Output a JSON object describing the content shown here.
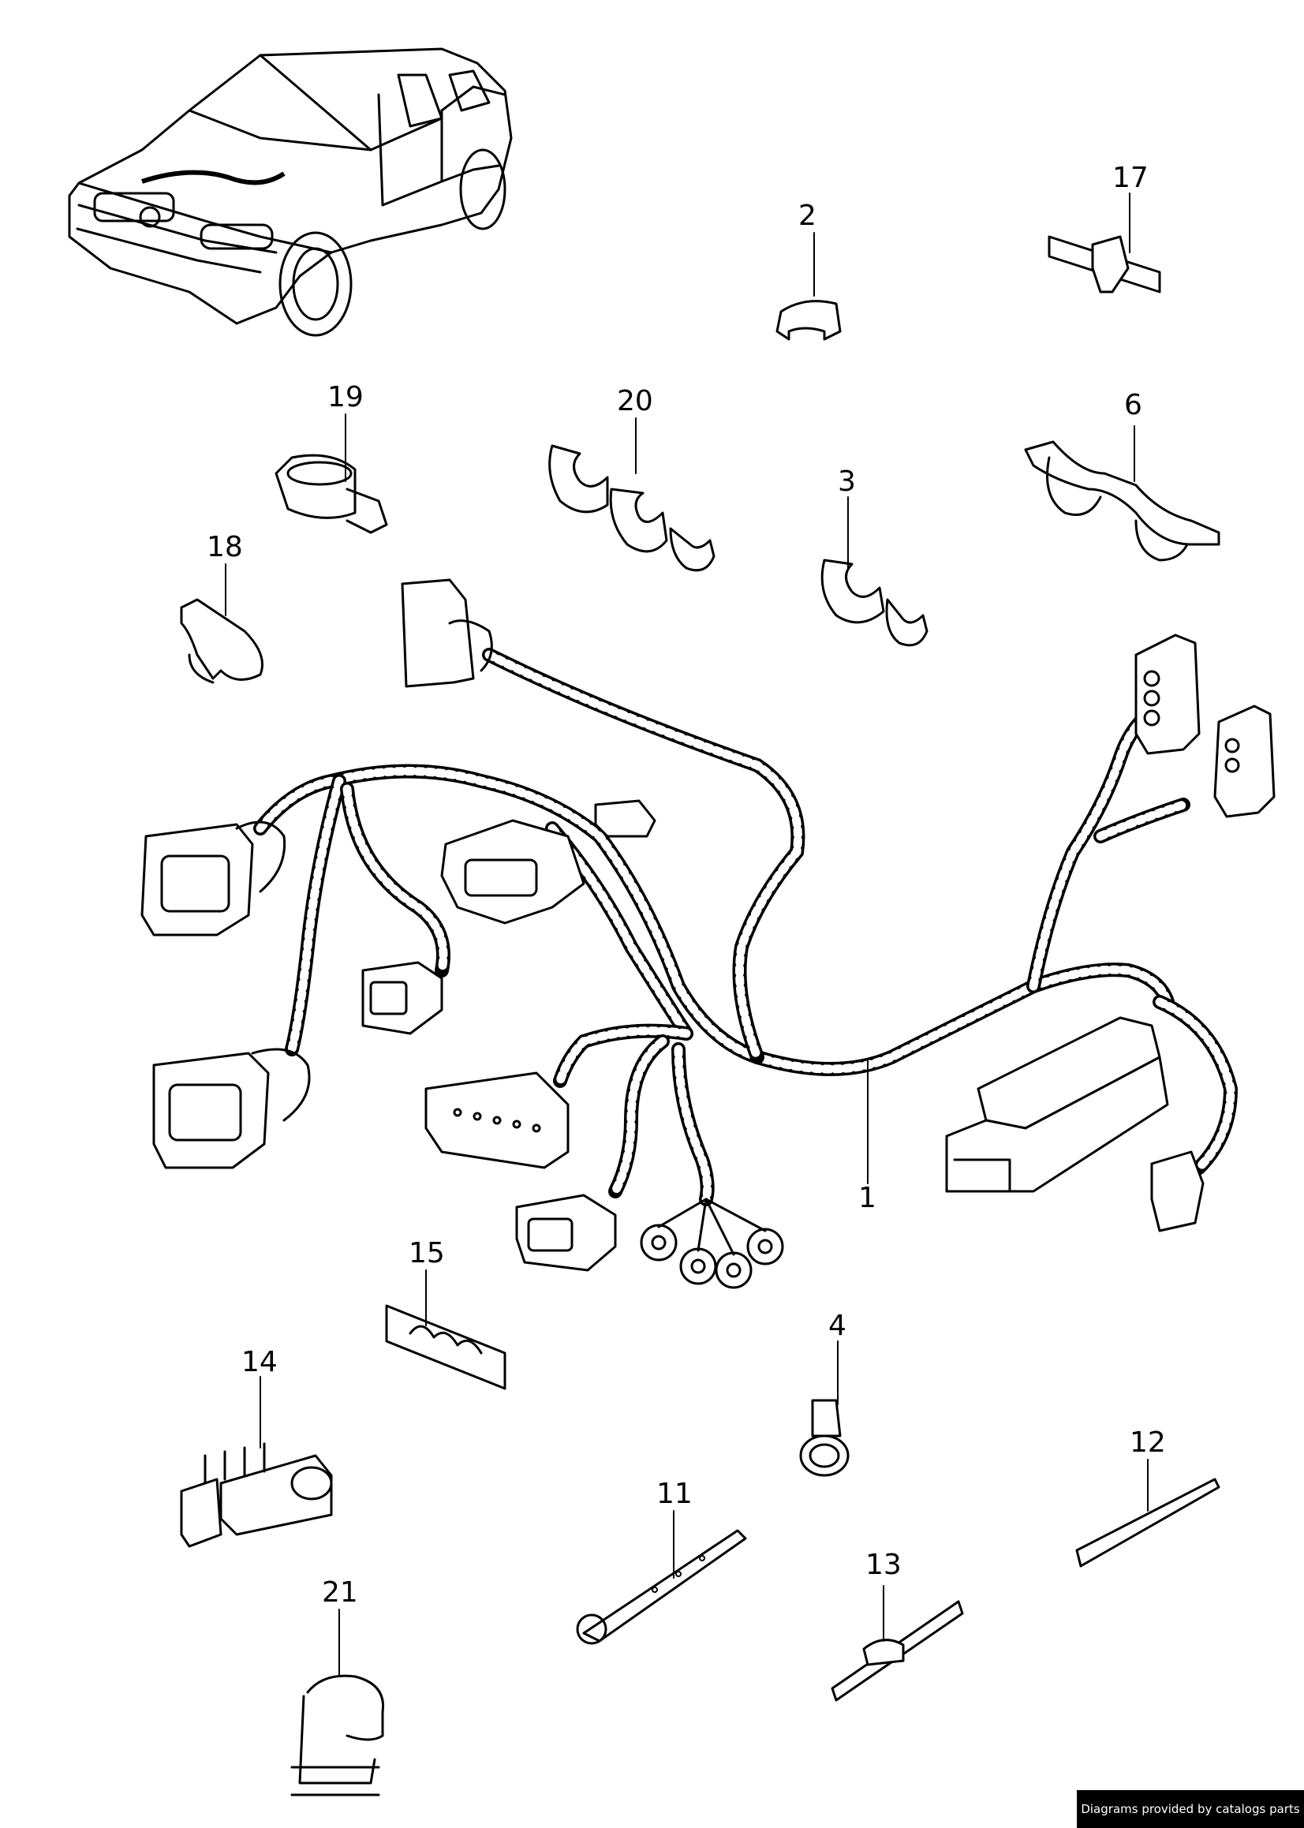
{
  "labels": {
    "p1": "1",
    "p2": "2",
    "p3": "3",
    "p4": "4",
    "p6": "6",
    "p11": "11",
    "p12": "12",
    "p13": "13",
    "p14": "14",
    "p15": "15",
    "p17": "17",
    "p18": "18",
    "p19": "19",
    "p20": "20",
    "p21": "21"
  },
  "footer": "Diagrams provided by catalogs parts"
}
